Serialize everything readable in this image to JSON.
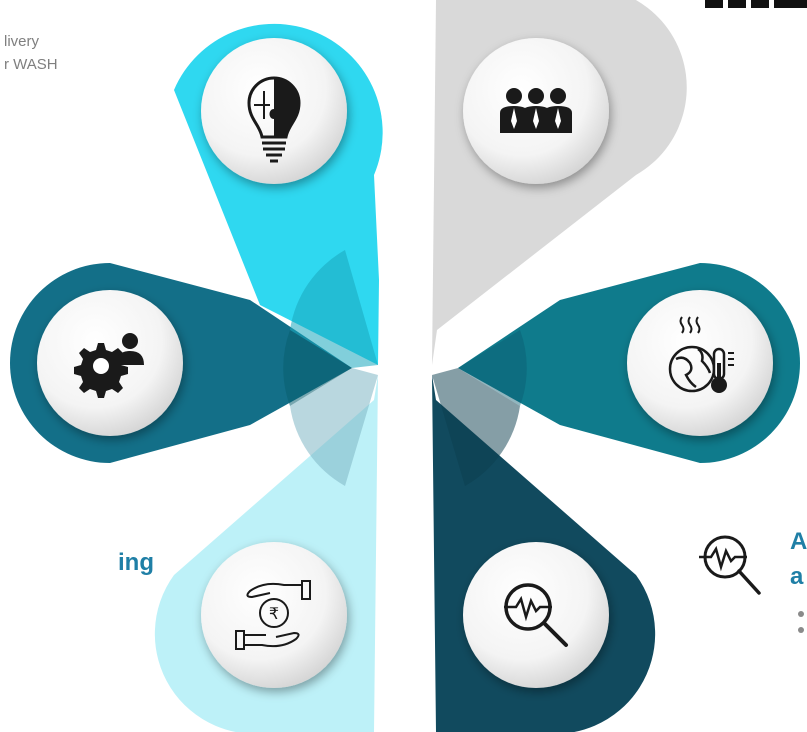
{
  "colors": {
    "cyan": "#2fd8f0",
    "light_grey": "#d9d9d9",
    "teal_right": "#0f7b8c",
    "navy_teal": "#114a5e",
    "pale_cyan": "#bdf1f8",
    "teal_left": "#136f88",
    "accent_text": "#1f7fa6",
    "muted_text": "#7f7f7f"
  },
  "left_text": {
    "line1": "livery",
    "line2": "r WASH",
    "heading": "ing"
  },
  "right_text": {
    "heading_line1": "A",
    "heading_line2": "a"
  },
  "petals": [
    {
      "name": "petal-top-left",
      "icon": "lightbulb-puzzle-icon"
    },
    {
      "name": "petal-top-right",
      "icon": "people-group-icon"
    },
    {
      "name": "petal-right",
      "icon": "globe-thermometer-icon"
    },
    {
      "name": "petal-bottom-right",
      "icon": "magnifier-pulse-icon"
    },
    {
      "name": "petal-bottom-left",
      "icon": "hand-rupee-icon"
    },
    {
      "name": "petal-left",
      "icon": "gear-person-icon"
    }
  ],
  "rupee_symbol": "₹"
}
